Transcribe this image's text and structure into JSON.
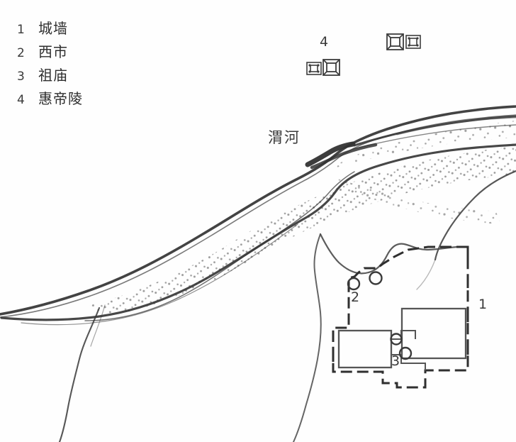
{
  "map": {
    "title_implicit": "Han Chang'an city and Wei River map",
    "background_color": "#fefefe",
    "ink_color": "#3a3a3a",
    "legend": {
      "items": [
        {
          "num": "1",
          "label": "城墙"
        },
        {
          "num": "2",
          "label": "西市"
        },
        {
          "num": "3",
          "label": "祖庙"
        },
        {
          "num": "4",
          "label": "惠帝陵"
        }
      ]
    },
    "labels": {
      "river": "渭河",
      "city_wall_marker": "1",
      "west_market_marker": "2",
      "ancestral_temple_marker": "3",
      "huidi_tomb_marker": "4"
    },
    "features": {
      "river_name": "渭河",
      "tomb_symbol_count": "4",
      "market_circle_count": "2",
      "temple_circle_count": "2"
    }
  }
}
